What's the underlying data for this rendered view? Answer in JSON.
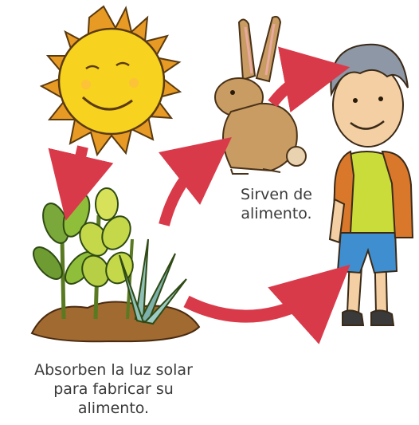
{
  "captions": {
    "animals": [
      "Sirven de",
      "alimento."
    ],
    "plants": [
      "Absorben la luz solar",
      "para fabricar su",
      "alimento."
    ]
  },
  "colors": {
    "arrow": "#d93a4a",
    "sun": "#f7d21e",
    "sun_rays": "#e79a24",
    "rabbit": "#c99c63",
    "leaf": "#8fbf3a",
    "soil": "#a06a30",
    "shirt": "#c9dc3a",
    "jacket": "#d9772a",
    "shorts": "#3f8fd0",
    "hair": "#8d97a6",
    "skin": "#f4cfa3",
    "caption_text": "#3a3a3a"
  },
  "figures": [
    "sun",
    "rabbit",
    "plants",
    "boy"
  ],
  "arrows": [
    "sun-to-plants",
    "plants-to-rabbit",
    "rabbit-to-boy",
    "plants-to-boy"
  ]
}
